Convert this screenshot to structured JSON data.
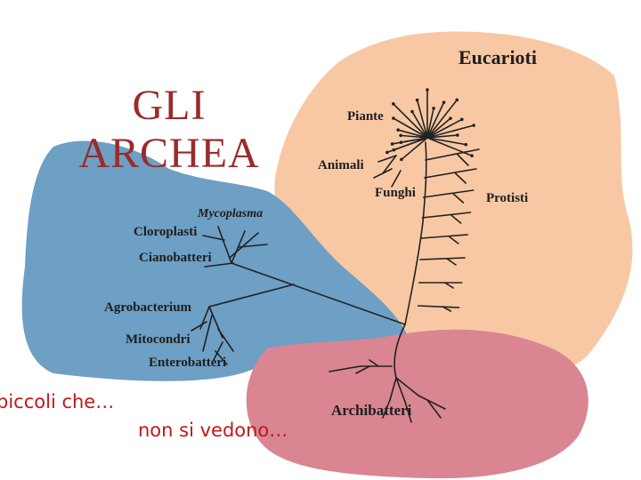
{
  "title": {
    "line1": "GLI",
    "line2": "ARCHEA"
  },
  "captions": {
    "first": "piccoli che…",
    "second": "non si vedono…"
  },
  "labels": {
    "eucarioti": "Eucarioti",
    "piante": "Piante",
    "animali": "Animali",
    "funghi": "Funghi",
    "protisti": "Protisti",
    "mycoplasma": "Mycoplasma",
    "cloroplasti": "Cloroplasti",
    "cianobatteri": "Cianobatteri",
    "agrobacterium": "Agrobacterium",
    "mitocondri": "Mitocondri",
    "enterobatteri": "Enterobatteri",
    "archibatteri": "Archibatteri"
  },
  "colors": {
    "eukaryote_region": "#f8c8a4",
    "bacteria_region": "#6e9fc4",
    "archaea_region": "#d98692",
    "title": "#9b2a2a",
    "caption": "#c0181b",
    "tree": "#222222"
  }
}
